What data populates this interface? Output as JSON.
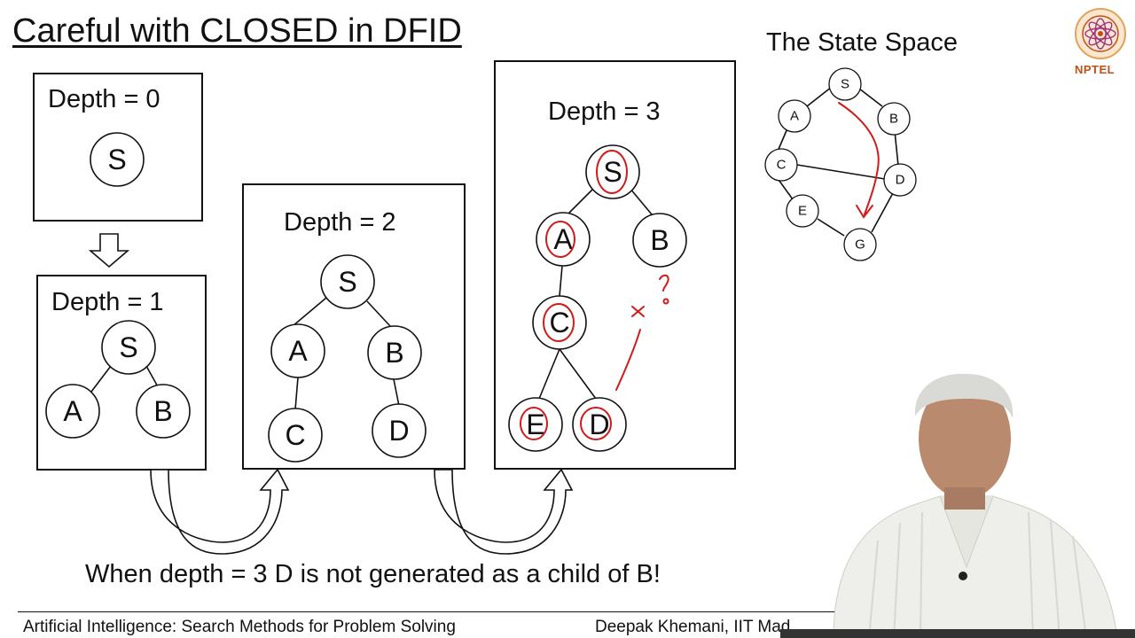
{
  "slide": {
    "title": "Careful with CLOSED in DFID",
    "caption": "When depth = 3 D is not generated as a child of B!",
    "footer_left": "Artificial Intelligence: Search Methods for Problem Solving",
    "footer_right": "Deepak Khemani, IIT Mad",
    "logo_text": "NPTEL"
  },
  "panels": [
    {
      "label": "Depth = 0",
      "nodes": [
        "S"
      ]
    },
    {
      "label": "Depth = 1",
      "nodes": [
        "S",
        "A",
        "B"
      ]
    },
    {
      "label": "Depth = 2",
      "nodes": [
        "S",
        "A",
        "B",
        "C",
        "D"
      ]
    },
    {
      "label": "Depth = 3",
      "nodes": [
        "S",
        "A",
        "B",
        "C",
        "E",
        "D"
      ]
    }
  ],
  "annotations": {
    "question": "?",
    "cross": "×"
  },
  "state_space": {
    "title": "The State Space",
    "nodes": [
      "S",
      "A",
      "B",
      "C",
      "D",
      "E",
      "G"
    ]
  },
  "colors": {
    "ink": "#d11a1a",
    "logo": "#c0501a"
  }
}
